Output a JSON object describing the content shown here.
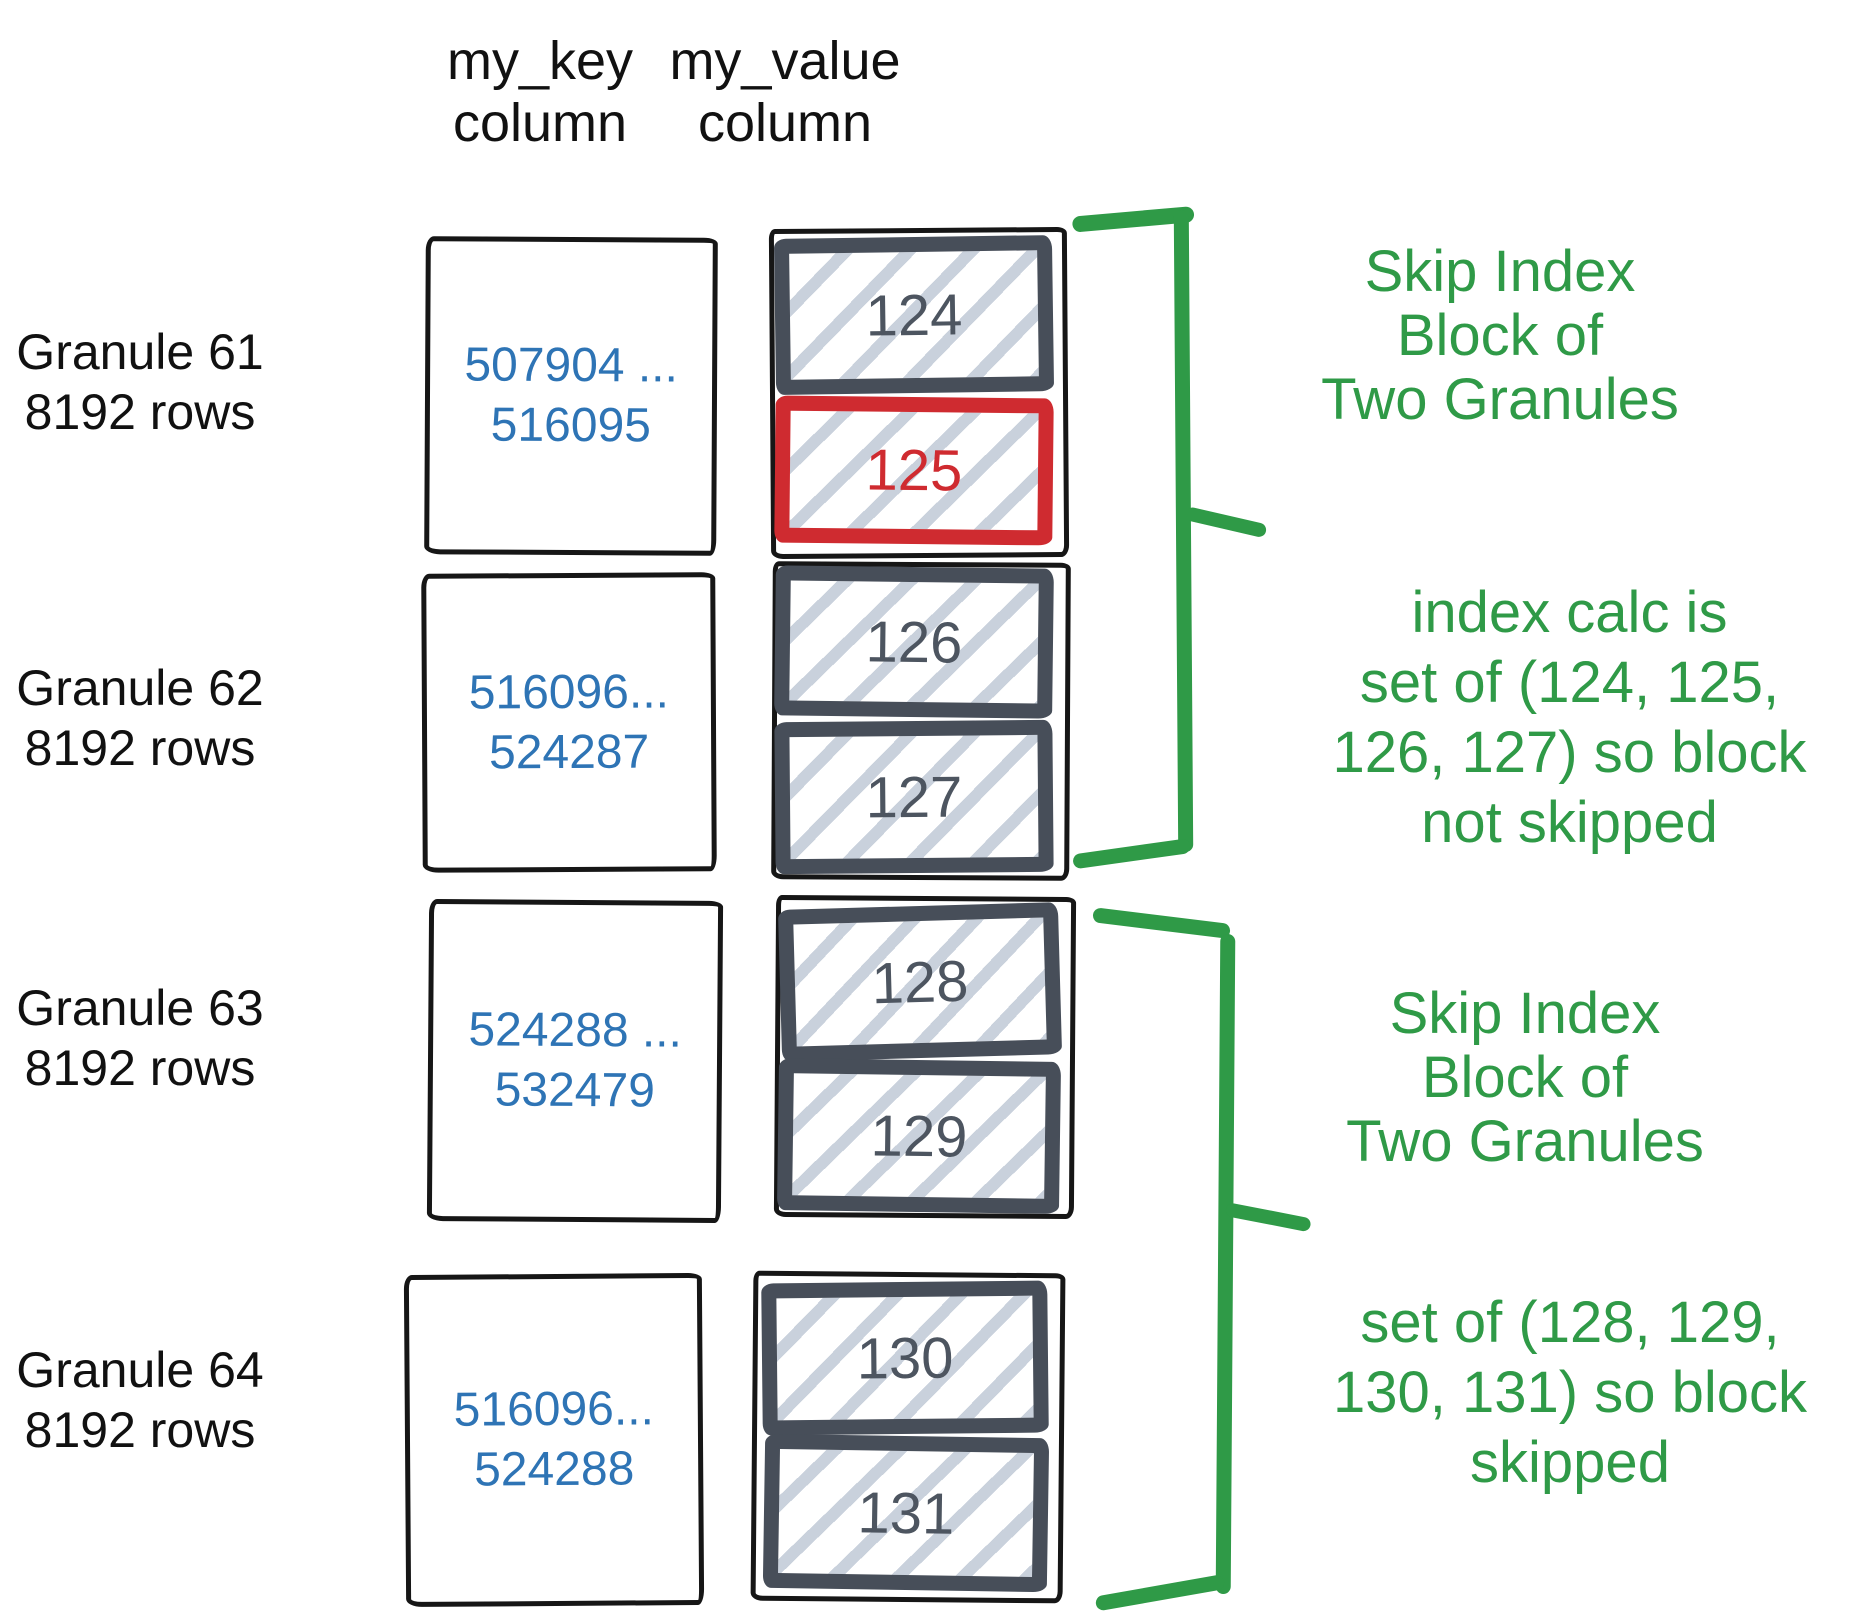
{
  "columns": {
    "key_header": [
      "my_key",
      "column"
    ],
    "value_header": [
      "my_value",
      "column"
    ]
  },
  "granules": [
    {
      "name": "Granule 61",
      "rows": "8192 rows",
      "key_top": "507904 ...",
      "key_bottom": "516095",
      "value_top": "124",
      "value_bottom": "125"
    },
    {
      "name": "Granule 62",
      "rows": "8192 rows",
      "key_top": "516096...",
      "key_bottom": "524287",
      "value_top": "126",
      "value_bottom": "127"
    },
    {
      "name": "Granule 63",
      "rows": "8192 rows",
      "key_top": "524288 ...",
      "key_bottom": "532479",
      "value_top": "128",
      "value_bottom": "129"
    },
    {
      "name": "Granule 64",
      "rows": "8192 rows",
      "key_top": "516096...",
      "key_bottom": "524288",
      "value_top": "130",
      "value_bottom": "131"
    }
  ],
  "annotations": {
    "skip_block_1": [
      "Skip Index",
      "Block of",
      "Two Granules"
    ],
    "calc_1": [
      "index calc is",
      "set of (124, 125,",
      "126, 127) so block",
      "not skipped"
    ],
    "skip_block_2": [
      "Skip Index",
      "Block of",
      "Two Granules"
    ],
    "calc_2": [
      "set of (128, 129,",
      "130, 131) so block",
      "skipped"
    ]
  },
  "highlighted_value": "125",
  "colors": {
    "key_text_blue": "#2e74b5",
    "annotation_green": "#2f9a47",
    "highlight_red": "#cf2b30",
    "value_border_slate": "#474e59",
    "value_number_gray": "#4d5560",
    "hatch_gray": "#c9d1dc",
    "sketch_black": "#161616"
  }
}
